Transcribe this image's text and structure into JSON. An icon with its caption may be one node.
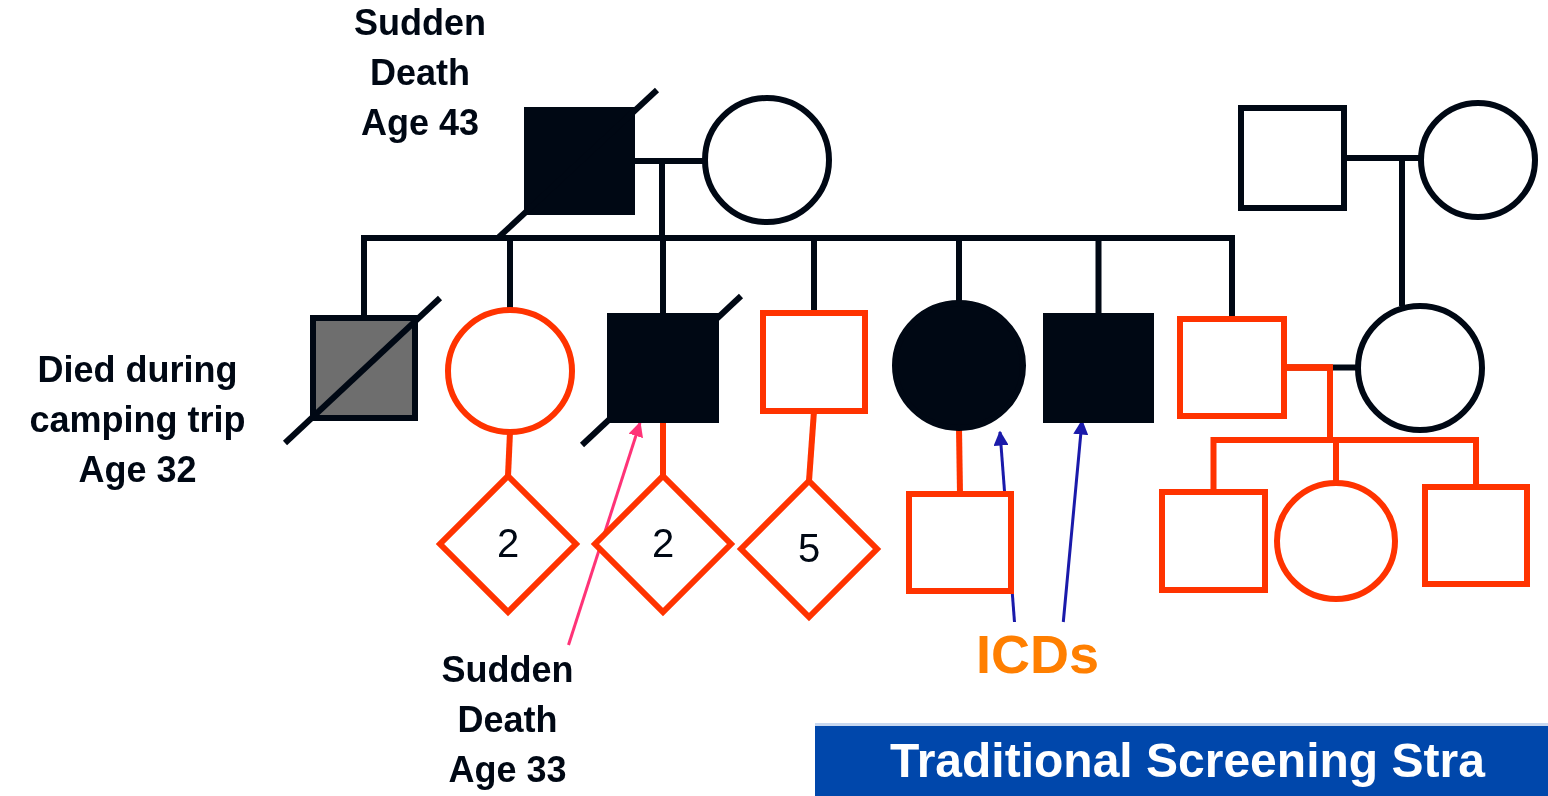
{
  "diagram": {
    "nodes": [
      {
        "text": [],
        "shape": "box",
        "beside": [
          "Sudden Death Age 43"
        ]
      },
      {
        "text": [],
        "shape": "circle"
      },
      {
        "text": [],
        "shape": "box"
      },
      {
        "text": [],
        "shape": "circle"
      },
      {
        "text": [],
        "shape": "box",
        "beside": [
          "Died during camping trip Age 32"
        ]
      },
      {
        "text": [],
        "shape": "circle"
      },
      {
        "text": [],
        "shape": "box"
      },
      {
        "text": [],
        "shape": "box"
      },
      {
        "text": [],
        "shape": "circle"
      },
      {
        "text": [],
        "shape": "box"
      },
      {
        "text": [],
        "shape": "box"
      },
      {
        "text": [],
        "shape": "circle"
      },
      {
        "text": [
          "2"
        ]
      },
      {
        "text": [
          "2"
        ]
      },
      {
        "text": [
          "5"
        ]
      },
      {
        "text": [],
        "shape": "box"
      },
      {
        "text": [],
        "shape": "box"
      },
      {
        "text": [],
        "shape": "circle"
      },
      {
        "text": [],
        "shape": "box"
      },
      {
        "text": [
          "Sudden Death Age 33"
        ]
      },
      {
        "text": [
          "ICDs"
        ]
      }
    ],
    "edges": [
      {
        "from": 0,
        "to": 1,
        "arrow": "none"
      },
      {
        "from": 0,
        "to": 4,
        "arrow": "none"
      },
      {
        "from": 0,
        "to": 5,
        "arrow": "none"
      },
      {
        "from": 0,
        "to": 6,
        "arrow": "none"
      },
      {
        "from": 0,
        "to": 7,
        "arrow": "none"
      },
      {
        "from": 0,
        "to": 8,
        "arrow": "none"
      },
      {
        "from": 0,
        "to": 9,
        "arrow": "none"
      },
      {
        "from": 0,
        "to": 10,
        "arrow": "none"
      },
      {
        "from": 2,
        "to": 3,
        "arrow": "none"
      },
      {
        "from": 2,
        "to": 11,
        "arrow": "none"
      },
      {
        "from": 10,
        "to": 11,
        "arrow": "none"
      },
      {
        "from": 5,
        "to": 12,
        "arrow": "none",
        "color": "#ff3300"
      },
      {
        "from": 6,
        "to": 13,
        "arrow": "none",
        "color": "#ff3300"
      },
      {
        "from": 7,
        "to": 14,
        "arrow": "none",
        "color": "#ff3300"
      },
      {
        "from": 8,
        "to": 15,
        "arrow": "none",
        "color": "#ff3300"
      },
      {
        "from": 10,
        "to": 16,
        "arrow": "none",
        "color": "#ff3300"
      },
      {
        "from": 10,
        "to": 17,
        "arrow": "none",
        "color": "#ff3300"
      },
      {
        "from": 10,
        "to": 18,
        "arrow": "none",
        "color": "#ff3300"
      },
      {
        "from": 19,
        "to": 6,
        "arrow": "to",
        "color": "#ff3377"
      },
      {
        "from": 20,
        "to": 8,
        "arrow": "to",
        "color": "#1a1aaa"
      },
      {
        "from": 20,
        "to": 9,
        "arrow": "to",
        "color": "#1a1aaa"
      }
    ],
    "labels": [
      "Traditional Screening Stra"
    ]
  }
}
